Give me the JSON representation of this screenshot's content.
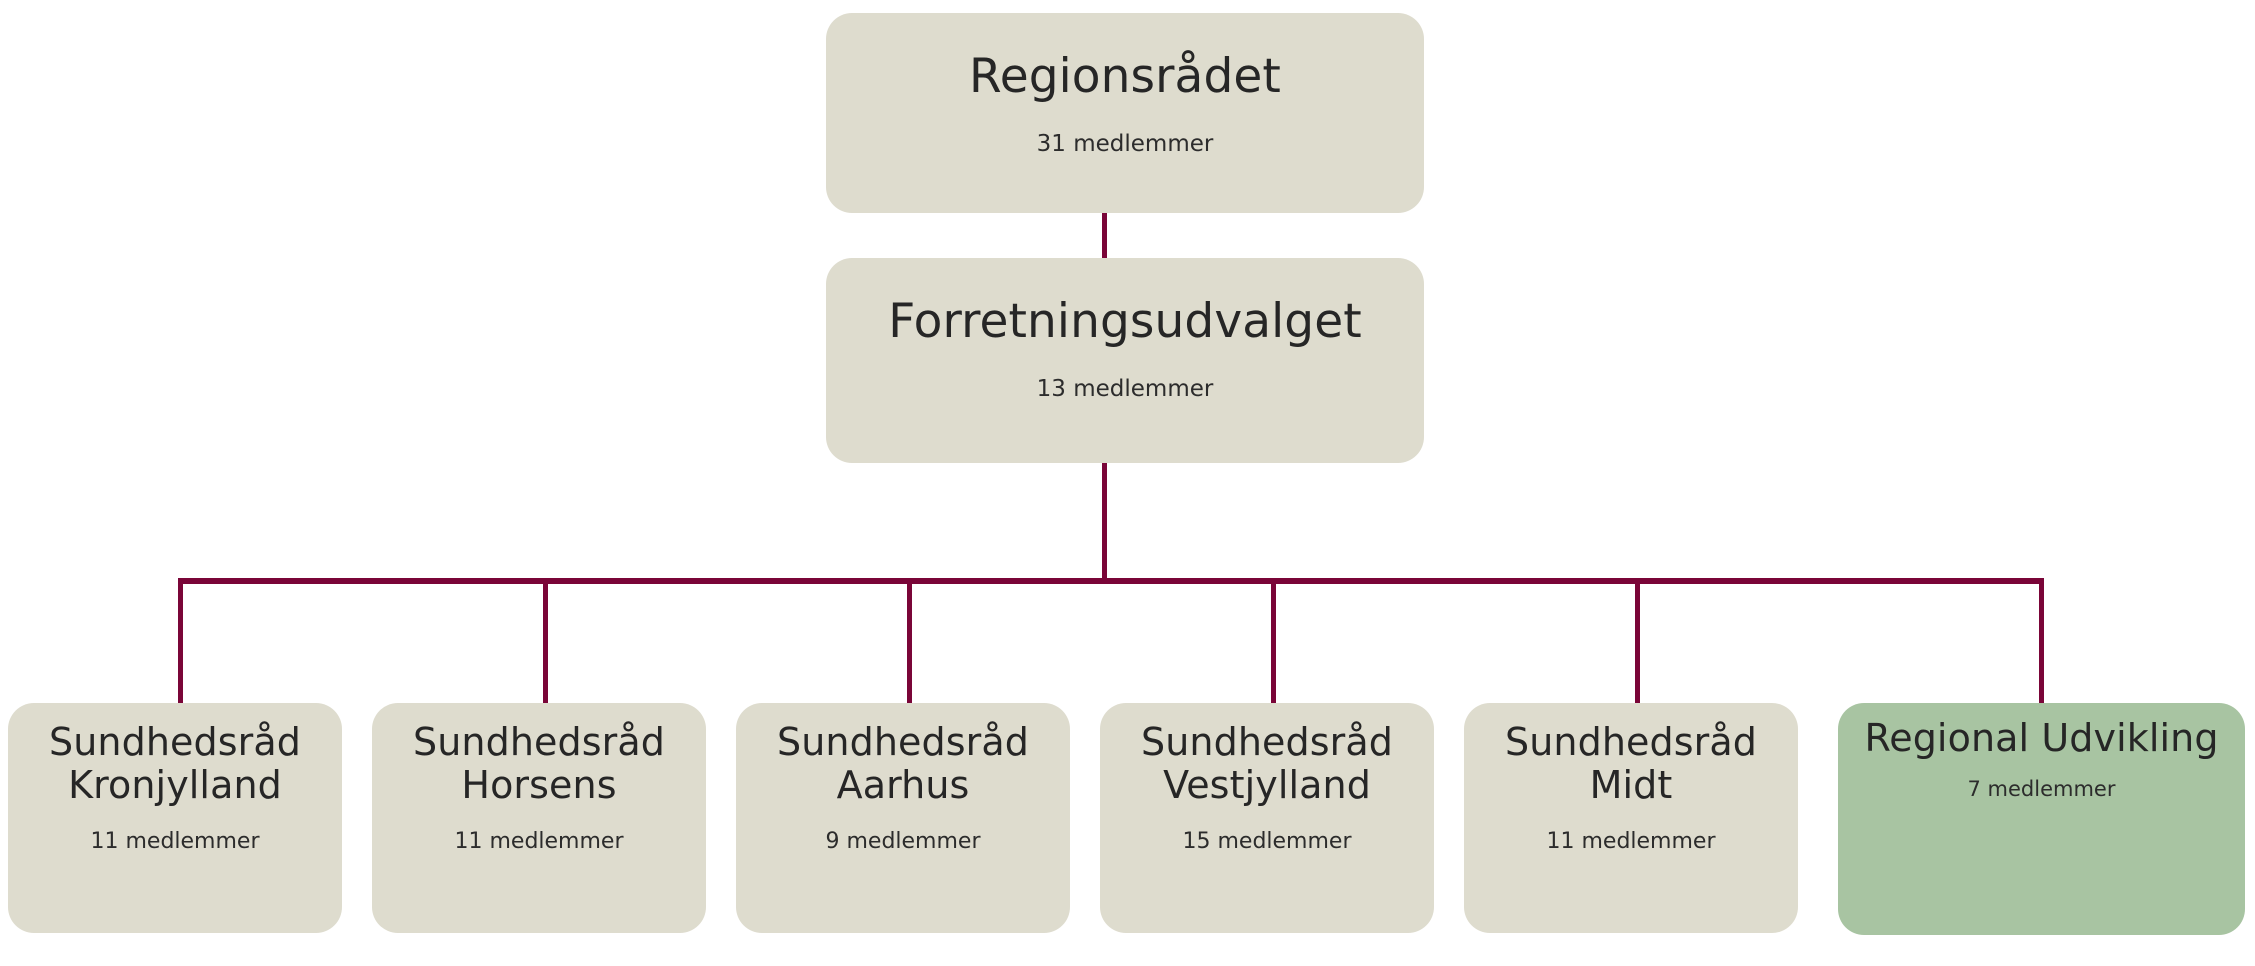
{
  "diagram": {
    "type": "organization-chart",
    "language": "da",
    "colors": {
      "node_fill": "#dedcce",
      "node_fill_highlight": "#a8c4a2",
      "connector": "#7a0538",
      "text": "#262626",
      "background": "#ffffff"
    },
    "levels": [
      {
        "level": 1,
        "nodes": [
          {
            "id": "regionsraadet",
            "title": "Regionsrådet",
            "subtitle": "31 medlemmer",
            "members": 31,
            "highlight": false
          }
        ]
      },
      {
        "level": 2,
        "nodes": [
          {
            "id": "forretningsudvalget",
            "title": "Forretningsudvalget",
            "subtitle": "13 medlemmer",
            "members": 13,
            "highlight": false
          }
        ]
      },
      {
        "level": 3,
        "nodes": [
          {
            "id": "kronjylland",
            "title_line1": "Sundhedsråd",
            "title_line2": "Kronjylland",
            "subtitle": "11 medlemmer",
            "members": 11,
            "highlight": false
          },
          {
            "id": "horsens",
            "title_line1": "Sundhedsråd",
            "title_line2": "Horsens",
            "subtitle": "11 medlemmer",
            "members": 11,
            "highlight": false
          },
          {
            "id": "aarhus",
            "title_line1": "Sundhedsråd",
            "title_line2": "Aarhus",
            "subtitle": "9 medlemmer",
            "members": 9,
            "highlight": false
          },
          {
            "id": "vestjylland",
            "title_line1": "Sundhedsråd",
            "title_line2": "Vestjylland",
            "subtitle": "15 medlemmer",
            "members": 15,
            "highlight": false
          },
          {
            "id": "midt",
            "title_line1": "Sundhedsråd",
            "title_line2": "Midt",
            "subtitle": "11 medlemmer",
            "members": 11,
            "highlight": false
          },
          {
            "id": "regional-udvikling",
            "title_line1": "Regional Udvikling",
            "title_line2": "",
            "subtitle": "7 medlemmer",
            "members": 7,
            "highlight": true
          }
        ]
      }
    ]
  }
}
